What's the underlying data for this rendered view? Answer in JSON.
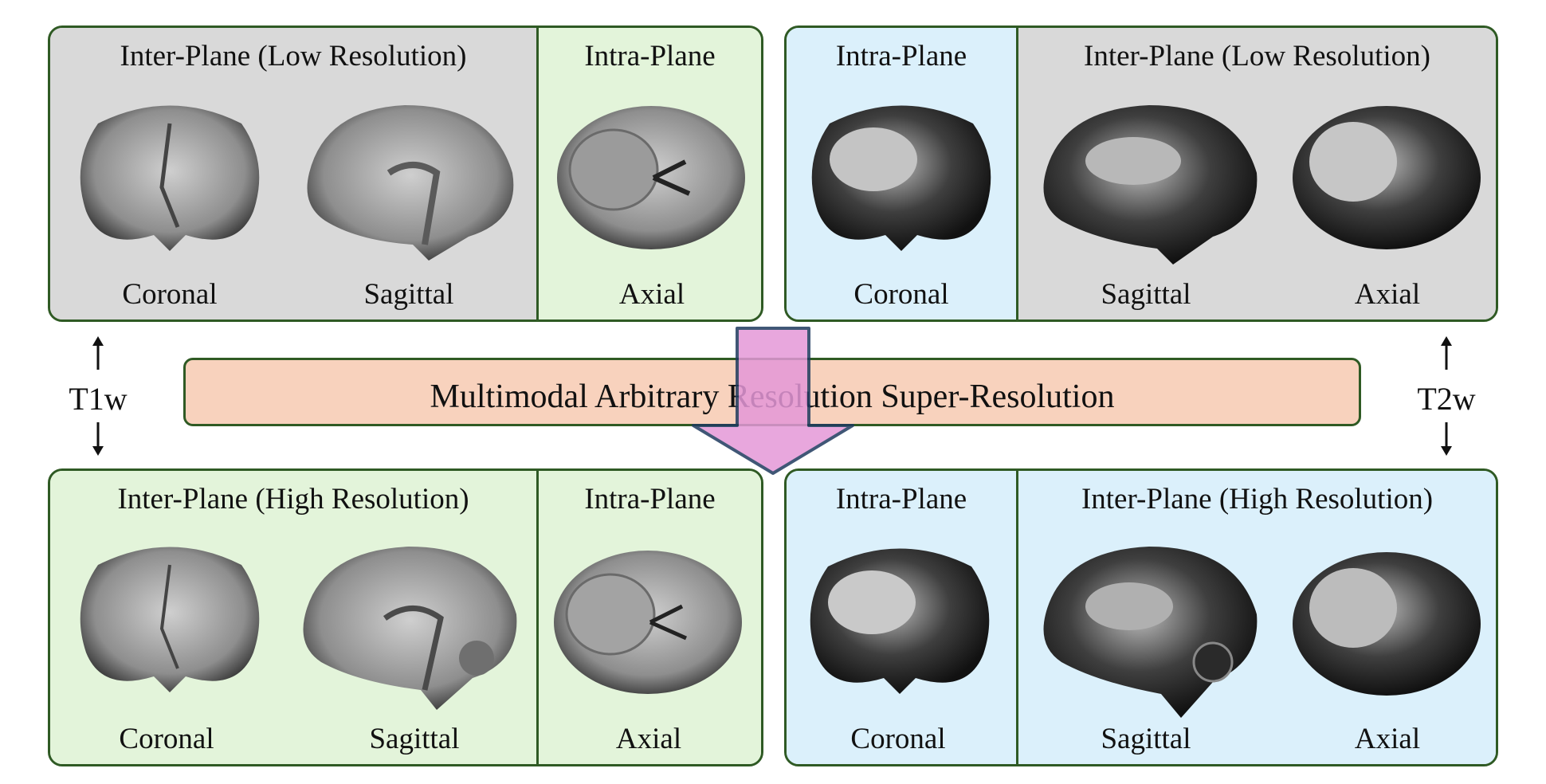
{
  "banner": {
    "text": "Multimodal Arbitrary Resolution Super-Resolution"
  },
  "t1": {
    "label": "T1w",
    "low": {
      "inter_title": "Inter-Plane (Low Resolution)",
      "intra_title": "Intra-Plane",
      "coronal": "Coronal",
      "sagittal": "Sagittal",
      "axial": "Axial"
    },
    "high": {
      "inter_title": "Inter-Plane (High Resolution)",
      "intra_title": "Intra-Plane",
      "coronal": "Coronal",
      "sagittal": "Sagittal",
      "axial": "Axial"
    }
  },
  "t2": {
    "label": "T2w",
    "low": {
      "intra_title": "Intra-Plane",
      "inter_title": "Inter-Plane (Low Resolution)",
      "coronal": "Coronal",
      "sagittal": "Sagittal",
      "axial": "Axial"
    },
    "high": {
      "intra_title": "Intra-Plane",
      "inter_title": "Inter-Plane (High Resolution)",
      "coronal": "Coronal",
      "sagittal": "Sagittal",
      "axial": "Axial"
    }
  },
  "colors": {
    "border": "#2f5a24",
    "gray_bg": "#d9d9d9",
    "green_bg": "#e3f4da",
    "blue_bg": "#dbf0fb",
    "banner_bg": "#f8d2bd",
    "arrow_fill": "#e598d8",
    "arrow_stroke": "#1f3a5f"
  }
}
